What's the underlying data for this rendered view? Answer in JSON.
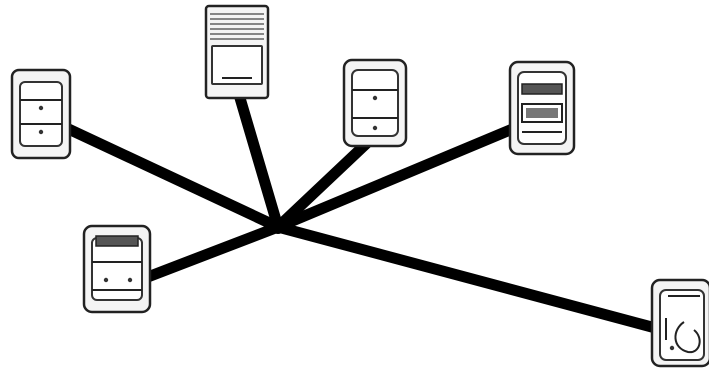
{
  "diagram": {
    "type": "star-network",
    "hub": "central-junction",
    "nodes": [
      {
        "id": "device-left",
        "icon": "device-icon"
      },
      {
        "id": "device-top-server",
        "icon": "server-icon"
      },
      {
        "id": "device-center",
        "icon": "device-icon"
      },
      {
        "id": "device-top-right",
        "icon": "device-icon"
      },
      {
        "id": "device-lower-left",
        "icon": "device-icon"
      },
      {
        "id": "device-bottom-right",
        "icon": "device-icon"
      }
    ],
    "links": [
      {
        "from": "hub",
        "to": "device-left"
      },
      {
        "from": "hub",
        "to": "device-top-server"
      },
      {
        "from": "hub",
        "to": "device-center"
      },
      {
        "from": "hub",
        "to": "device-top-right"
      },
      {
        "from": "hub",
        "to": "device-lower-left"
      },
      {
        "from": "hub",
        "to": "device-bottom-right"
      }
    ],
    "colors": {
      "link": "#000000",
      "device_fill": "#f4f4f4",
      "device_stroke": "#222222"
    }
  }
}
